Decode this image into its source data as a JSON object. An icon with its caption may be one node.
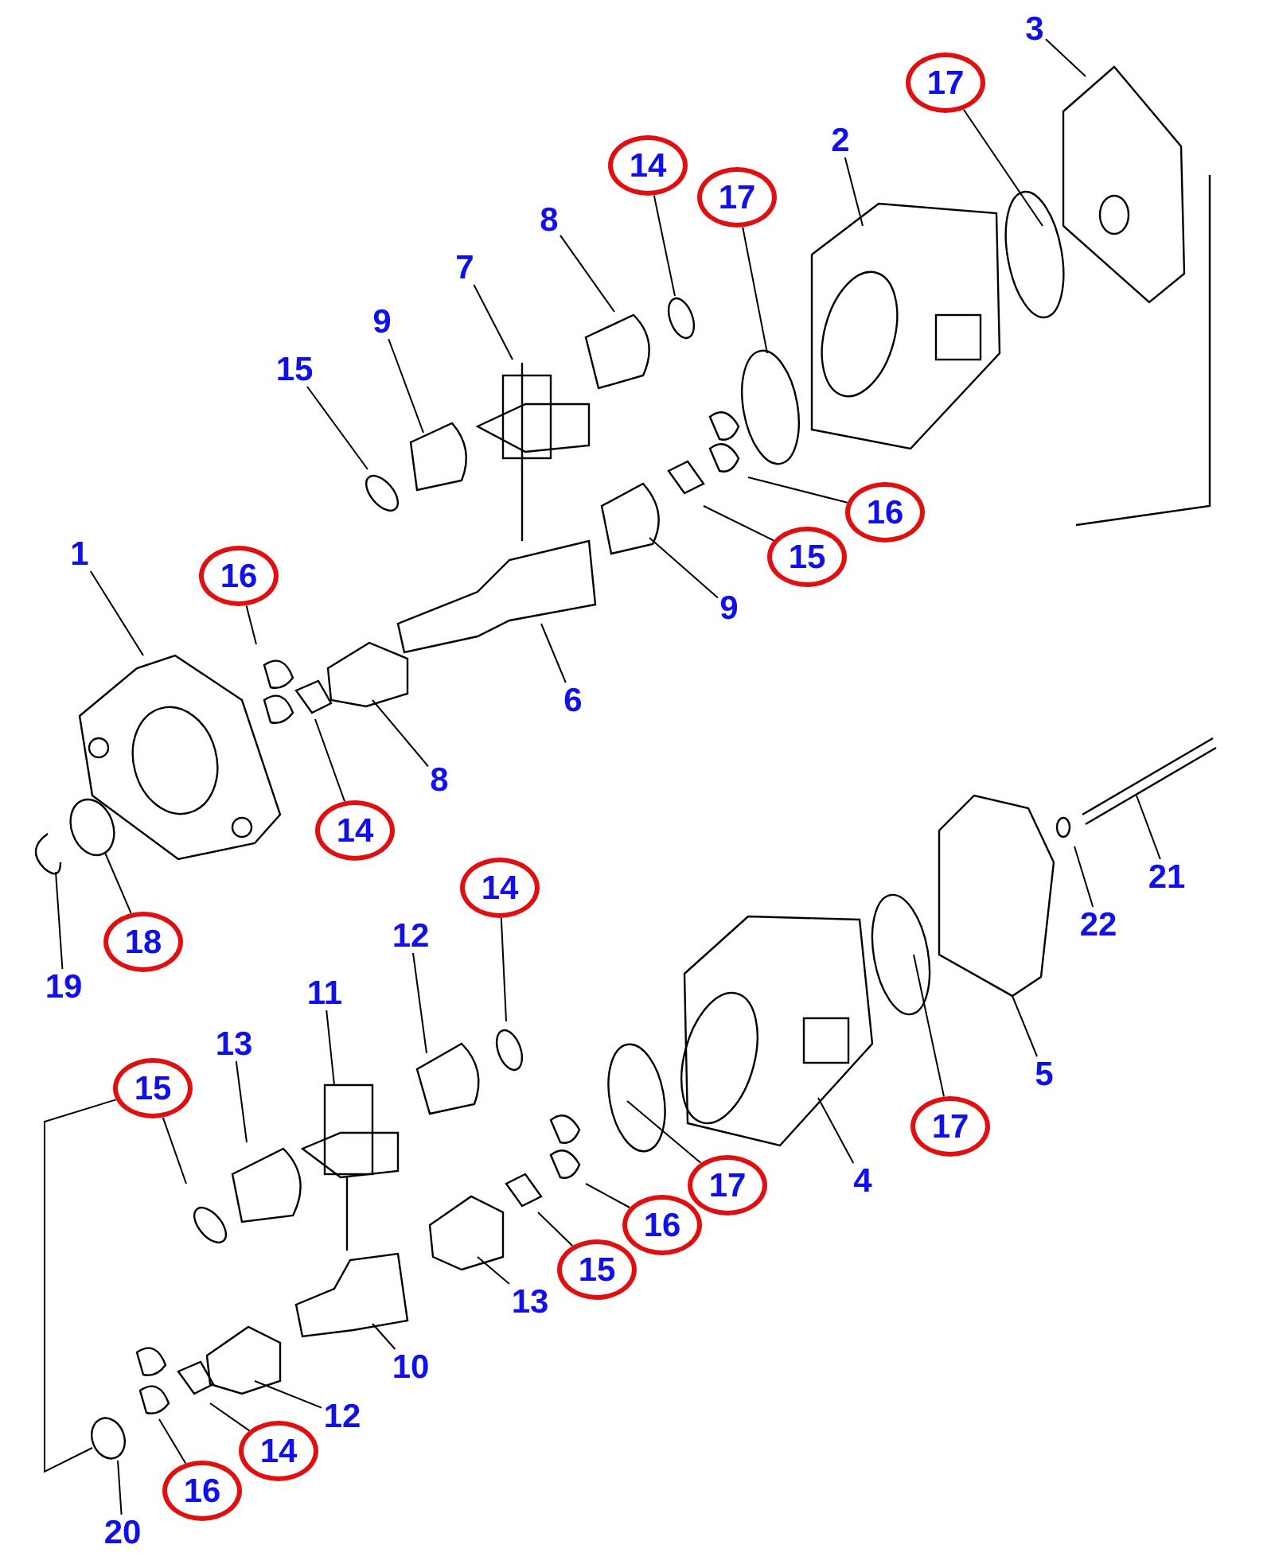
{
  "diagram": {
    "nodes": [
      {
        "text": [
          "3"
        ]
      },
      {
        "text": [
          "17"
        ]
      },
      {
        "text": [
          "2"
        ]
      },
      {
        "text": [
          "14"
        ]
      },
      {
        "text": [
          "17"
        ]
      },
      {
        "text": [
          "8"
        ]
      },
      {
        "text": [
          "7"
        ]
      },
      {
        "text": [
          "9"
        ]
      },
      {
        "text": [
          "15"
        ]
      },
      {
        "text": [
          "16"
        ]
      },
      {
        "text": [
          "15"
        ]
      },
      {
        "text": [
          "1"
        ]
      },
      {
        "text": [
          "16"
        ]
      },
      {
        "text": [
          "9"
        ]
      },
      {
        "text": [
          "6"
        ]
      },
      {
        "text": [
          "8"
        ]
      },
      {
        "text": [
          "14"
        ]
      },
      {
        "text": [
          "21"
        ]
      },
      {
        "text": [
          "22"
        ]
      },
      {
        "text": [
          "14"
        ]
      },
      {
        "text": [
          "12"
        ]
      },
      {
        "text": [
          "18"
        ]
      },
      {
        "text": [
          "19"
        ]
      },
      {
        "text": [
          "11"
        ]
      },
      {
        "text": [
          "13"
        ]
      },
      {
        "text": [
          "5"
        ]
      },
      {
        "text": [
          "15"
        ]
      },
      {
        "text": [
          "17"
        ]
      },
      {
        "text": [
          "17"
        ]
      },
      {
        "text": [
          "4"
        ]
      },
      {
        "text": [
          "16"
        ]
      },
      {
        "text": [
          "15"
        ]
      },
      {
        "text": [
          "13"
        ]
      },
      {
        "text": [
          "10"
        ]
      },
      {
        "text": [
          "12"
        ]
      },
      {
        "text": [
          "14"
        ]
      },
      {
        "text": [
          "16"
        ]
      },
      {
        "text": [
          "20"
        ]
      }
    ],
    "edges": [
      {
        "from": 0,
        "to": null,
        "arrow": "none"
      },
      {
        "from": 1,
        "to": null,
        "arrow": "none"
      },
      {
        "from": 2,
        "to": null,
        "arrow": "none"
      },
      {
        "from": 3,
        "to": null,
        "arrow": "none"
      },
      {
        "from": 4,
        "to": null,
        "arrow": "none"
      },
      {
        "from": 5,
        "to": null,
        "arrow": "none"
      },
      {
        "from": 6,
        "to": null,
        "arrow": "none"
      },
      {
        "from": 7,
        "to": null,
        "arrow": "none"
      },
      {
        "from": 8,
        "to": null,
        "arrow": "none"
      },
      {
        "from": 9,
        "to": null,
        "arrow": "none"
      },
      {
        "from": 10,
        "to": null,
        "arrow": "none"
      },
      {
        "from": 11,
        "to": null,
        "arrow": "none"
      },
      {
        "from": 12,
        "to": null,
        "arrow": "none"
      },
      {
        "from": 13,
        "to": null,
        "arrow": "none"
      },
      {
        "from": 14,
        "to": null,
        "arrow": "none"
      },
      {
        "from": 15,
        "to": null,
        "arrow": "none"
      },
      {
        "from": 16,
        "to": null,
        "arrow": "none"
      },
      {
        "from": 17,
        "to": null,
        "arrow": "none"
      },
      {
        "from": 18,
        "to": null,
        "arrow": "none"
      },
      {
        "from": 19,
        "to": null,
        "arrow": "none"
      },
      {
        "from": 20,
        "to": null,
        "arrow": "none"
      },
      {
        "from": 21,
        "to": null,
        "arrow": "none"
      },
      {
        "from": 22,
        "to": null,
        "arrow": "none"
      },
      {
        "from": 23,
        "to": null,
        "arrow": "none"
      },
      {
        "from": 24,
        "to": null,
        "arrow": "none"
      },
      {
        "from": 25,
        "to": null,
        "arrow": "none"
      },
      {
        "from": 26,
        "to": null,
        "arrow": "none"
      },
      {
        "from": 27,
        "to": null,
        "arrow": "none"
      },
      {
        "from": 28,
        "to": null,
        "arrow": "none"
      },
      {
        "from": 29,
        "to": null,
        "arrow": "none"
      },
      {
        "from": 30,
        "to": null,
        "arrow": "none"
      },
      {
        "from": 31,
        "to": null,
        "arrow": "none"
      },
      {
        "from": 32,
        "to": null,
        "arrow": "none"
      },
      {
        "from": 33,
        "to": null,
        "arrow": "none"
      },
      {
        "from": 34,
        "to": null,
        "arrow": "none"
      },
      {
        "from": 35,
        "to": null,
        "arrow": "none"
      },
      {
        "from": 36,
        "to": null,
        "arrow": "none"
      },
      {
        "from": 37,
        "to": null,
        "arrow": "none"
      },
      {
        "from": 26,
        "to": null,
        "arrow": "none"
      }
    ]
  }
}
